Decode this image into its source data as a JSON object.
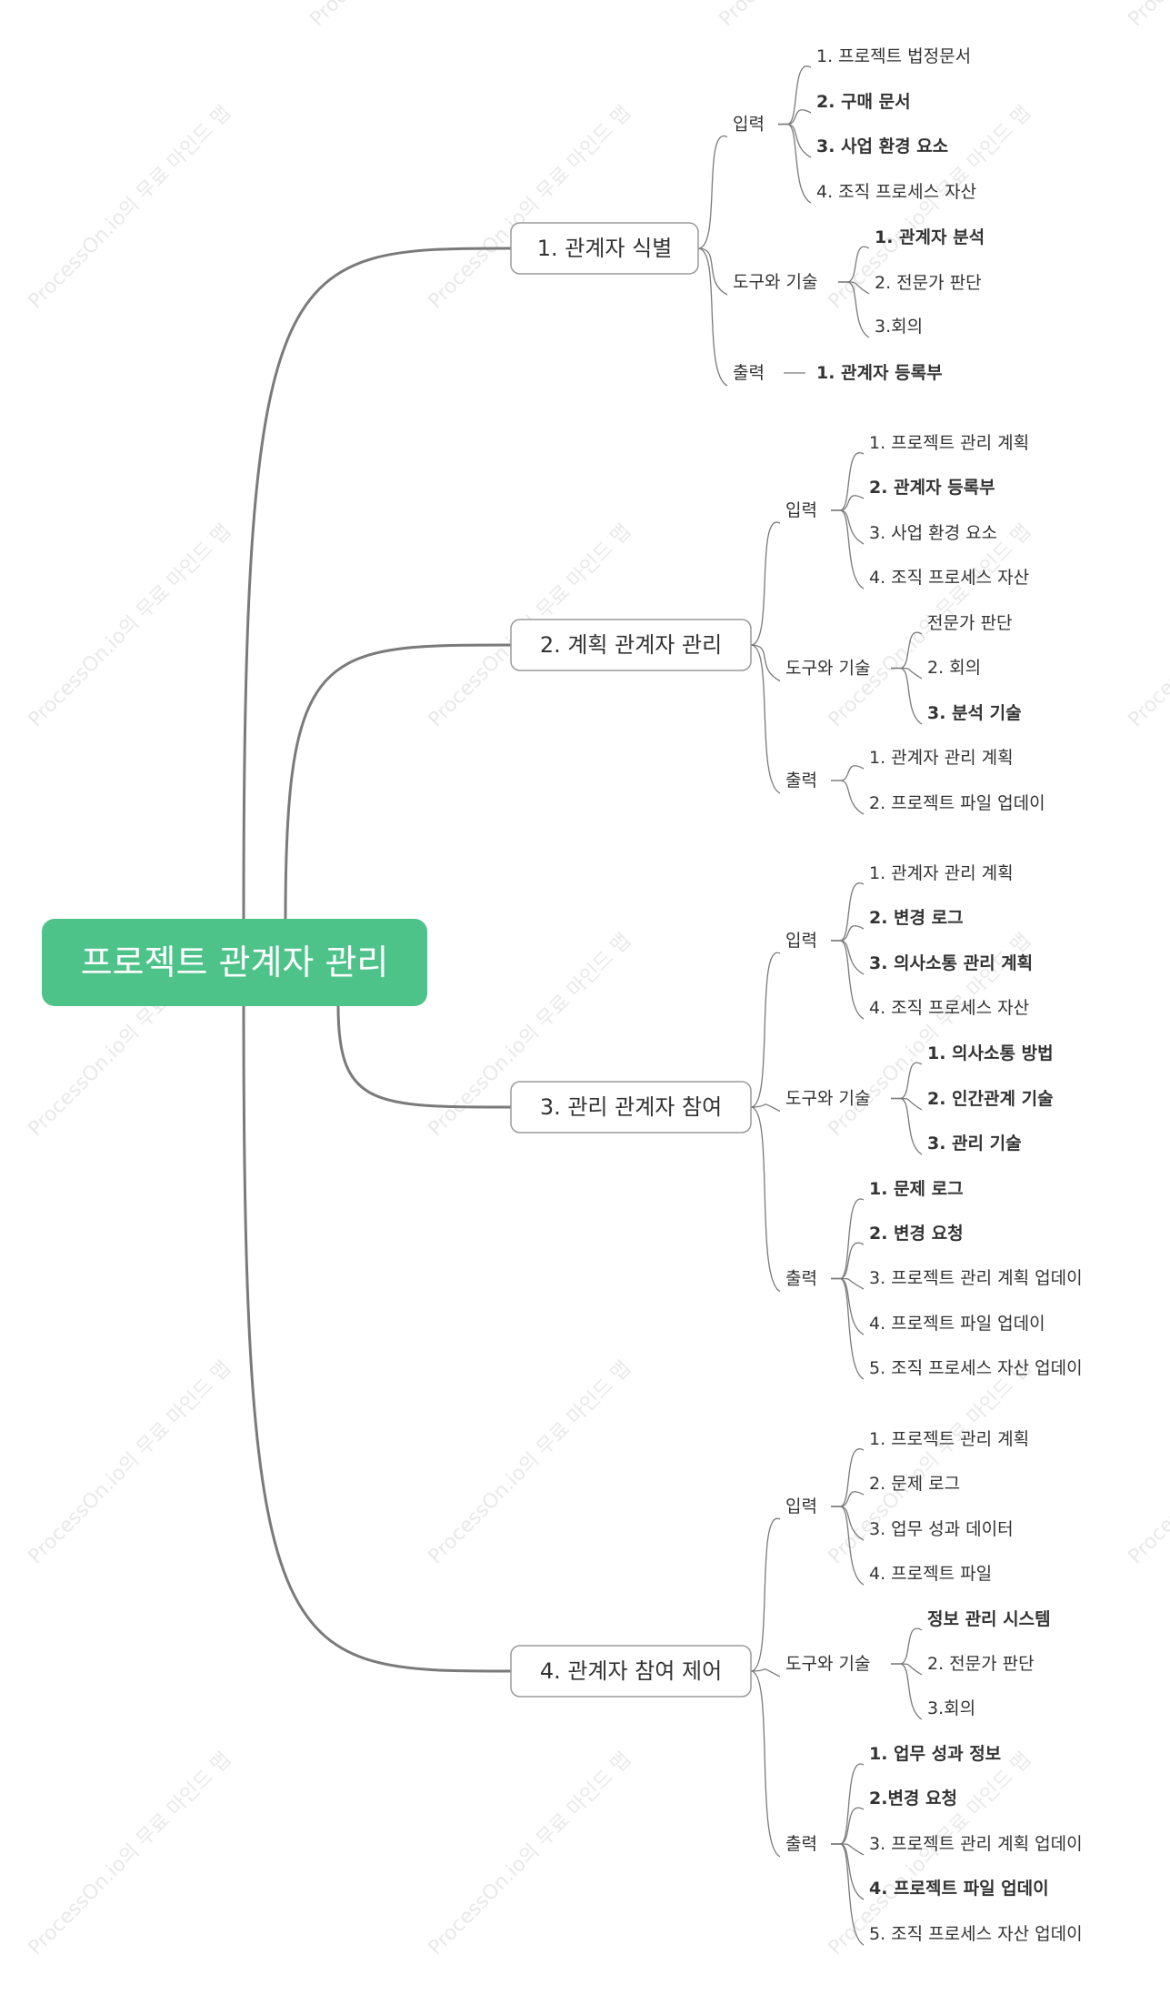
{
  "watermark_text": "ProcessOn.io의 무료 마인드 맵",
  "colors": {
    "root_fill": "#4dc38a",
    "root_text": "#ffffff",
    "line": "#7a7a7a",
    "node_border": "#9a9a9a",
    "text": "#333333",
    "watermark": "#e9e9e9"
  },
  "root": {
    "label": "프로젝트 관계자 관리"
  },
  "branches": [
    {
      "label": "1. 관계자 식별",
      "groups": [
        {
          "label": "입력",
          "items": [
            {
              "label": "1. 프로젝트 법정문서",
              "bold": false
            },
            {
              "label": "2. 구매 문서",
              "bold": true
            },
            {
              "label": "3. 사업 환경 요소",
              "bold": true
            },
            {
              "label": "4. 조직 프로세스 자산",
              "bold": false
            }
          ]
        },
        {
          "label": "도구와 기술",
          "items": [
            {
              "label": "1. 관계자 분석",
              "bold": true
            },
            {
              "label": "2. 전문가 판단",
              "bold": false
            },
            {
              "label": "3.회의",
              "bold": false
            }
          ]
        },
        {
          "label": "출력",
          "items": [
            {
              "label": "1. 관계자 등록부",
              "bold": true
            }
          ]
        }
      ]
    },
    {
      "label": "2. 계획 관계자 관리",
      "groups": [
        {
          "label": "입력",
          "items": [
            {
              "label": "1. 프로젝트 관리 계획",
              "bold": false
            },
            {
              "label": "2. 관계자 등록부",
              "bold": true
            },
            {
              "label": "3. 사업 환경 요소",
              "bold": false
            },
            {
              "label": "4. 조직 프로세스 자산",
              "bold": false
            }
          ]
        },
        {
          "label": "도구와 기술",
          "items": [
            {
              "label": "전문가 판단",
              "bold": false
            },
            {
              "label": "2. 회의",
              "bold": false
            },
            {
              "label": "3. 분석 기술",
              "bold": true
            }
          ]
        },
        {
          "label": "출력",
          "items": [
            {
              "label": "1. 관계자 관리 계획",
              "bold": false
            },
            {
              "label": "2. 프로젝트 파일 업데이",
              "bold": false
            }
          ]
        }
      ]
    },
    {
      "label": "3. 관리 관계자 참여",
      "groups": [
        {
          "label": "입력",
          "items": [
            {
              "label": "1. 관계자 관리 계획",
              "bold": false
            },
            {
              "label": "2. 변경 로그",
              "bold": true
            },
            {
              "label": "3. 의사소통 관리 계획",
              "bold": true
            },
            {
              "label": "4. 조직 프로세스 자산",
              "bold": false
            }
          ]
        },
        {
          "label": "도구와 기술",
          "items": [
            {
              "label": "1. 의사소통 방법",
              "bold": true
            },
            {
              "label": "2. 인간관계 기술",
              "bold": true
            },
            {
              "label": "3. 관리 기술",
              "bold": true
            }
          ]
        },
        {
          "label": "출력",
          "items": [
            {
              "label": "1. 문제 로그",
              "bold": true
            },
            {
              "label": "2. 변경 요청",
              "bold": true
            },
            {
              "label": "3. 프로젝트 관리 계획 업데이",
              "bold": false
            },
            {
              "label": "4. 프로젝트 파일 업데이",
              "bold": false
            },
            {
              "label": "5. 조직 프로세스 자산 업데이",
              "bold": false
            }
          ]
        }
      ]
    },
    {
      "label": "4. 관계자 참여 제어",
      "groups": [
        {
          "label": "입력",
          "items": [
            {
              "label": "1. 프로젝트 관리 계획",
              "bold": false
            },
            {
              "label": "2. 문제 로그",
              "bold": false
            },
            {
              "label": "3. 업무 성과 데이터",
              "bold": false
            },
            {
              "label": "4. 프로젝트 파일",
              "bold": false
            }
          ]
        },
        {
          "label": "도구와 기술",
          "items": [
            {
              "label": "정보 관리 시스템",
              "bold": true
            },
            {
              "label": "2. 전문가 판단",
              "bold": false
            },
            {
              "label": "3.회의",
              "bold": false
            }
          ]
        },
        {
          "label": "출력",
          "items": [
            {
              "label": "1. 업무 성과 정보",
              "bold": true
            },
            {
              "label": "2.변경 요청",
              "bold": true
            },
            {
              "label": "3. 프로젝트 관리 계획 업데이",
              "bold": false
            },
            {
              "label": "4. 프로젝트 파일 업데이",
              "bold": true
            },
            {
              "label": "5. 조직 프로세스 자산 업데이",
              "bold": false
            }
          ]
        }
      ]
    }
  ]
}
